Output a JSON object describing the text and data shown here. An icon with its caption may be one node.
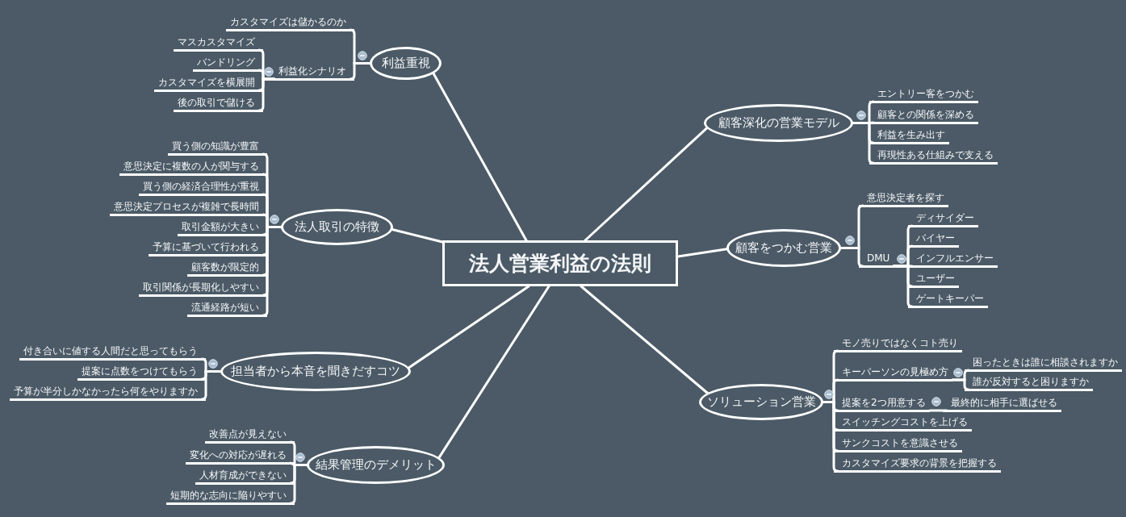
{
  "diagram": {
    "nodes": [
      {
        "text": [
          "法人営業利益の法則"
        ]
      },
      {
        "text": [
          "利益重視"
        ]
      },
      {
        "text": [
          "カスタマイズは儲かるのか"
        ]
      },
      {
        "text": [
          "利益化シナリオ"
        ]
      },
      {
        "text": [
          "マスカスタマイズ"
        ]
      },
      {
        "text": [
          "バンドリング"
        ]
      },
      {
        "text": [
          "カスタマイズを横展開"
        ]
      },
      {
        "text": [
          "後の取引で儲ける"
        ]
      },
      {
        "text": [
          "法人取引の特徴"
        ]
      },
      {
        "text": [
          "買う側の知識が豊富"
        ]
      },
      {
        "text": [
          "意思決定に複数の人が関与する"
        ]
      },
      {
        "text": [
          "買う側の経済合理性が重視"
        ]
      },
      {
        "text": [
          "意思決定プロセスが複雑で長時間"
        ]
      },
      {
        "text": [
          "取引金額が大きい"
        ]
      },
      {
        "text": [
          "予算に基づいて行われる"
        ]
      },
      {
        "text": [
          "顧客数が限定的"
        ]
      },
      {
        "text": [
          "取引関係が長期化しやすい"
        ]
      },
      {
        "text": [
          "流通経路が短い"
        ]
      },
      {
        "text": [
          "担当者から本音を聞きだすコツ"
        ]
      },
      {
        "text": [
          "付き合いに値する人間だと思ってもらう"
        ]
      },
      {
        "text": [
          "提案に点数をつけてもらう"
        ]
      },
      {
        "text": [
          "予算が半分しかなかったら何をやりますか"
        ]
      },
      {
        "text": [
          "結果管理のデメリット"
        ]
      },
      {
        "text": [
          "改善点が見えない"
        ]
      },
      {
        "text": [
          "変化への対応が遅れる"
        ]
      },
      {
        "text": [
          "人材育成ができない"
        ]
      },
      {
        "text": [
          "短期的な志向に陥りやすい"
        ]
      },
      {
        "text": [
          "顧客深化の営業モデル"
        ]
      },
      {
        "text": [
          "エントリー客をつかむ"
        ]
      },
      {
        "text": [
          "顧客との関係を深める"
        ]
      },
      {
        "text": [
          "利益を生み出す"
        ]
      },
      {
        "text": [
          "再現性ある仕組みで支える"
        ]
      },
      {
        "text": [
          "顧客をつかむ営業"
        ]
      },
      {
        "text": [
          "意思決定者を探す"
        ]
      },
      {
        "text": [
          "DMU"
        ]
      },
      {
        "text": [
          "ディサイダー"
        ]
      },
      {
        "text": [
          "バイヤー"
        ]
      },
      {
        "text": [
          "インフルエンサー"
        ]
      },
      {
        "text": [
          "ユーザー"
        ]
      },
      {
        "text": [
          "ゲートキーパー"
        ]
      },
      {
        "text": [
          "ソリューション営業"
        ]
      },
      {
        "text": [
          "モノ売りではなくコト売り"
        ]
      },
      {
        "text": [
          "キーパーソンの見極め方"
        ]
      },
      {
        "text": [
          "困ったときは誰に相談されますか"
        ]
      },
      {
        "text": [
          "誰が反対すると困りますか"
        ]
      },
      {
        "text": [
          "提案を2つ用意する"
        ]
      },
      {
        "text": [
          "最終的に相手に選ばせる"
        ]
      },
      {
        "text": [
          "スイッチングコストを上げる"
        ]
      },
      {
        "text": [
          "サンクコストを意識させる"
        ]
      },
      {
        "text": [
          "カスタマイズ要求の背景を把握する"
        ]
      }
    ],
    "edges": [
      {
        "from": 0,
        "to": 1,
        "arrow": "none"
      },
      {
        "from": 1,
        "to": 2,
        "arrow": "none"
      },
      {
        "from": 1,
        "to": 3,
        "arrow": "none"
      },
      {
        "from": 3,
        "to": 4,
        "arrow": "none"
      },
      {
        "from": 3,
        "to": 5,
        "arrow": "none"
      },
      {
        "from": 3,
        "to": 6,
        "arrow": "none"
      },
      {
        "from": 3,
        "to": 7,
        "arrow": "none"
      },
      {
        "from": 0,
        "to": 8,
        "arrow": "none"
      },
      {
        "from": 8,
        "to": 9,
        "arrow": "none"
      },
      {
        "from": 8,
        "to": 10,
        "arrow": "none"
      },
      {
        "from": 8,
        "to": 11,
        "arrow": "none"
      },
      {
        "from": 8,
        "to": 12,
        "arrow": "none"
      },
      {
        "from": 8,
        "to": 13,
        "arrow": "none"
      },
      {
        "from": 8,
        "to": 14,
        "arrow": "none"
      },
      {
        "from": 8,
        "to": 15,
        "arrow": "none"
      },
      {
        "from": 8,
        "to": 16,
        "arrow": "none"
      },
      {
        "from": 8,
        "to": 17,
        "arrow": "none"
      },
      {
        "from": 0,
        "to": 18,
        "arrow": "none"
      },
      {
        "from": 18,
        "to": 19,
        "arrow": "none"
      },
      {
        "from": 18,
        "to": 20,
        "arrow": "none"
      },
      {
        "from": 18,
        "to": 21,
        "arrow": "none"
      },
      {
        "from": 0,
        "to": 22,
        "arrow": "none"
      },
      {
        "from": 22,
        "to": 23,
        "arrow": "none"
      },
      {
        "from": 22,
        "to": 24,
        "arrow": "none"
      },
      {
        "from": 22,
        "to": 25,
        "arrow": "none"
      },
      {
        "from": 22,
        "to": 26,
        "arrow": "none"
      },
      {
        "from": 0,
        "to": 27,
        "arrow": "none"
      },
      {
        "from": 27,
        "to": 28,
        "arrow": "none"
      },
      {
        "from": 27,
        "to": 29,
        "arrow": "none"
      },
      {
        "from": 27,
        "to": 30,
        "arrow": "none"
      },
      {
        "from": 27,
        "to": 31,
        "arrow": "none"
      },
      {
        "from": 0,
        "to": 32,
        "arrow": "none"
      },
      {
        "from": 32,
        "to": 33,
        "arrow": "none"
      },
      {
        "from": 32,
        "to": 34,
        "arrow": "none"
      },
      {
        "from": 34,
        "to": 35,
        "arrow": "none"
      },
      {
        "from": 34,
        "to": 36,
        "arrow": "none"
      },
      {
        "from": 34,
        "to": 37,
        "arrow": "none"
      },
      {
        "from": 34,
        "to": 38,
        "arrow": "none"
      },
      {
        "from": 34,
        "to": 39,
        "arrow": "none"
      },
      {
        "from": 0,
        "to": 40,
        "arrow": "none"
      },
      {
        "from": 40,
        "to": 41,
        "arrow": "none"
      },
      {
        "from": 40,
        "to": 42,
        "arrow": "none"
      },
      {
        "from": 42,
        "to": 43,
        "arrow": "none"
      },
      {
        "from": 42,
        "to": 44,
        "arrow": "none"
      },
      {
        "from": 40,
        "to": 45,
        "arrow": "none"
      },
      {
        "from": 45,
        "to": 46,
        "arrow": "none"
      },
      {
        "from": 40,
        "to": 47,
        "arrow": "none"
      },
      {
        "from": 40,
        "to": 48,
        "arrow": "none"
      },
      {
        "from": 40,
        "to": 49,
        "arrow": "none"
      }
    ]
  }
}
